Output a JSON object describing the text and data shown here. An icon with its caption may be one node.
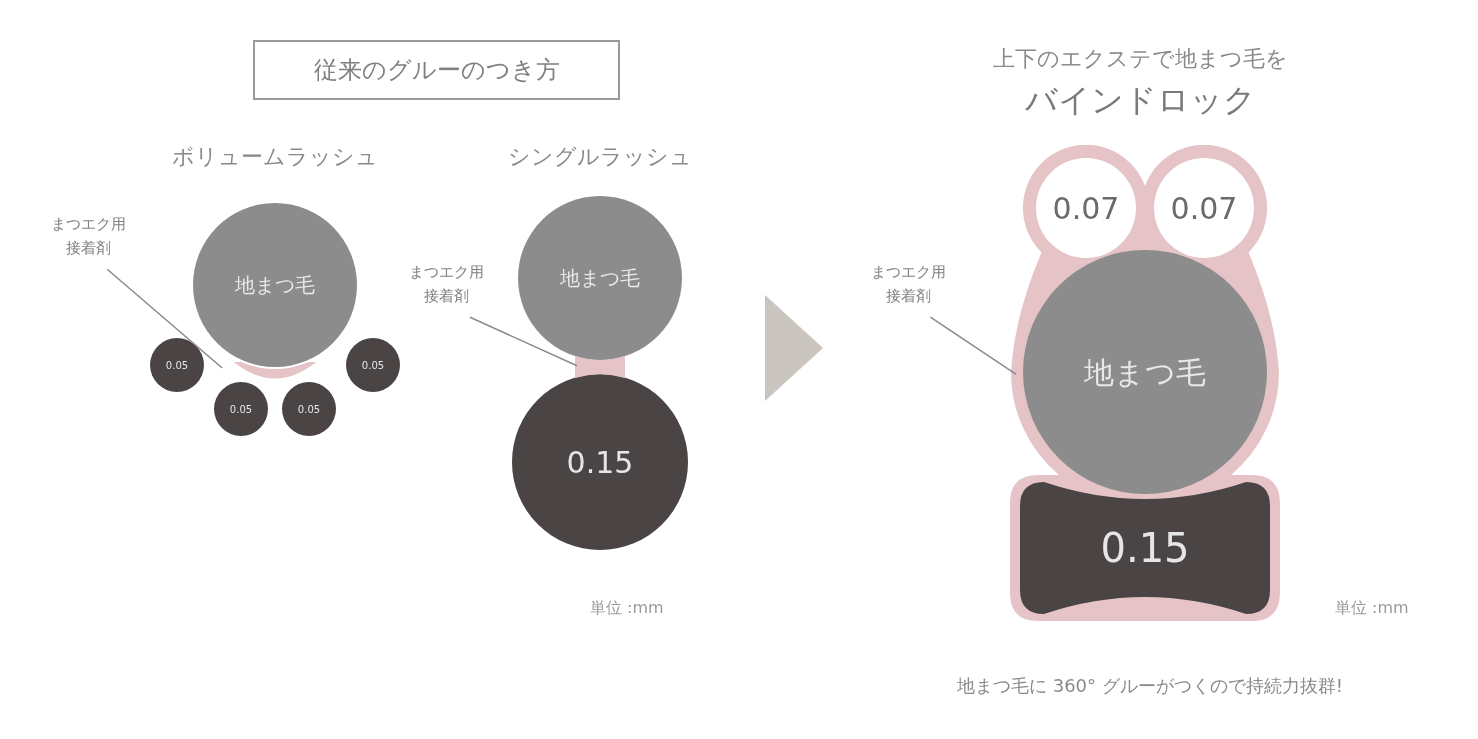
{
  "diagram": {
    "nodes": [
      {
        "text": [
          "従来のグルーのつき方"
        ]
      },
      {
        "text": [
          "地まつ毛"
        ]
      },
      {
        "text": [],
        "shape": "blob"
      },
      {
        "text": [
          "0.05"
        ]
      },
      {
        "text": [
          "0.05"
        ]
      },
      {
        "text": [
          "0.05"
        ]
      },
      {
        "text": [
          "0.05"
        ]
      },
      {
        "text": [
          "まつエク用接着剤"
        ]
      },
      {
        "text": [
          "地まつ毛"
        ]
      },
      {
        "text": [],
        "shape": "blob"
      },
      {
        "text": [
          "0.15"
        ]
      },
      {
        "text": [
          "まつエク用接着剤"
        ]
      },
      {
        "text": [],
        "shape": "blob"
      },
      {
        "text": [
          "0.07"
        ],
        "in": 12
      },
      {
        "text": [
          "0.07"
        ],
        "in": 12
      },
      {
        "text": [
          "地まつ毛"
        ],
        "in": 12
      },
      {
        "text": [
          "0.15"
        ],
        "in": 12
      },
      {
        "text": [
          "まつエク用接着剤"
        ]
      }
    ],
    "edges": [
      {
        "from": 7,
        "to": 2,
        "arrow": "none"
      },
      {
        "from": 11,
        "to": 9,
        "arrow": "none"
      },
      {
        "from": 17,
        "to": 12,
        "arrow": "none"
      }
    ],
    "labels": [
      "ボリュームラッシュ",
      "シングルラッシュ",
      "上下のエクステで地まつ毛を",
      "バインドロック",
      "単位 :mm",
      "単位 :mm",
      "地まつ毛に 360° グルーがつくので持続力抜群!"
    ]
  }
}
